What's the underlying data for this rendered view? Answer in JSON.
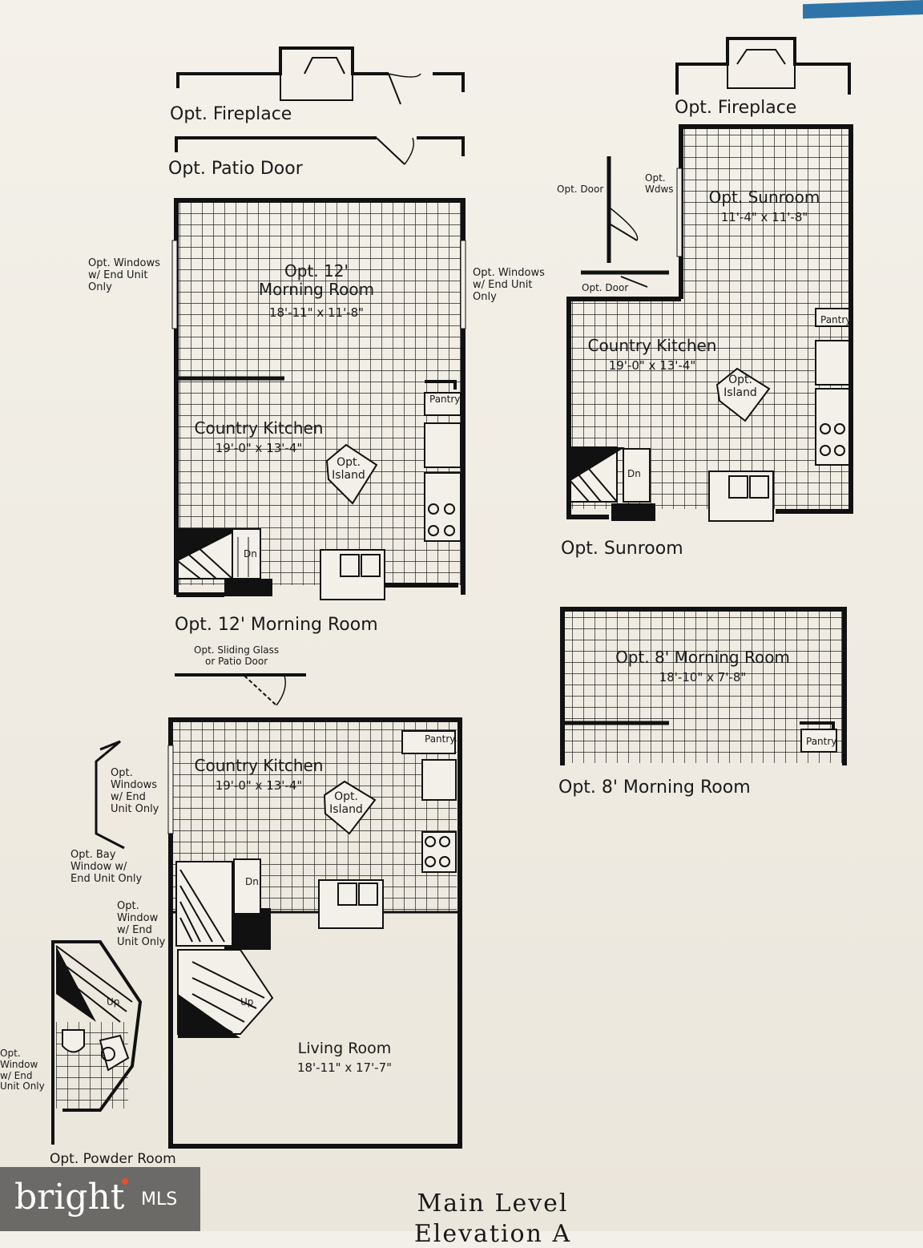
{
  "footer": {
    "title": "Main Level",
    "subtitle": "Elevation A"
  },
  "logo": {
    "brand": "bright",
    "suffix": "MLS"
  },
  "plan_a": {
    "fireplace_caption": "Opt. Fireplace",
    "patio_caption": "Opt. Patio Door",
    "windows_left": "Opt. Windows\nw/ End Unit\nOnly",
    "windows_right": "Opt. Windows\nw/ End Unit\nOnly",
    "morning_room_name": "Opt. 12'\nMorning Room",
    "morning_room_dims": "18'-11\" x 11'-8\"",
    "kitchen_name": "Country Kitchen",
    "kitchen_dims": "19'-0\" x 13'-4\"",
    "island": "Opt.\nIsland",
    "pantry": "Pantry",
    "down": "Dn",
    "caption": "Opt. 12' Morning Room"
  },
  "plan_b": {
    "fireplace_caption": "Opt. Fireplace",
    "opt_door_top": "Opt. Door",
    "opt_wdws": "Opt.\nWdws",
    "opt_door_bottom": "Opt. Door",
    "sunroom_name": "Opt. Sunroom",
    "sunroom_dims": "11'-4\" x 11'-8\"",
    "kitchen_name": "Country Kitchen",
    "kitchen_dims": "19'-0\" x 13'-4\"",
    "island": "Opt.\nIsland",
    "pantry": "Pantry",
    "down": "Dn",
    "caption": "Opt. Sunroom"
  },
  "plan_c": {
    "room_name": "Opt. 8' Morning Room",
    "room_dims": "18'-10\" x 7'-8\"",
    "pantry": "Pantry",
    "caption": "Opt. 8' Morning Room"
  },
  "plan_d": {
    "sliding_door": "Opt. Sliding Glass\nor Patio Door",
    "windows_note": "Opt.\nWindows\nw/ End\nUnit Only",
    "bay_note": "Opt. Bay\nWindow w/\nEnd Unit Only",
    "window_note": "Opt.\nWindow\nw/ End\nUnit Only",
    "powder_window_note": "Opt.\nWindow\nw/ End\nUnit Only",
    "kitchen_name": "Country Kitchen",
    "kitchen_dims": "19'-0\" x 13'-4\"",
    "island": "Opt.\nIsland",
    "pantry": "Pantry",
    "down": "Dn",
    "up_main": "Up",
    "up_powder": "Up",
    "living_name": "Living Room",
    "living_dims": "18'-11\" x 17'-7\"",
    "powder_caption": "Opt. Powder Room"
  }
}
